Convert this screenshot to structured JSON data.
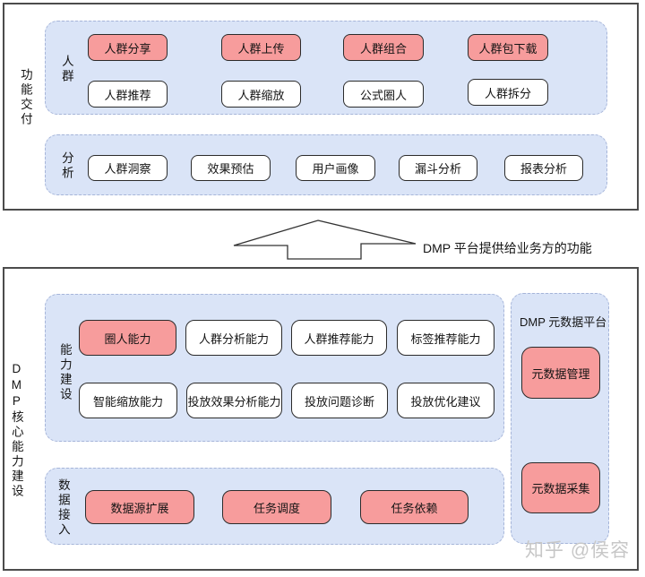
{
  "top_frame": {
    "side_label": "功能交付",
    "crowd_section": {
      "label": "人群",
      "row1": [
        "人群分享",
        "人群上传",
        "人群组合",
        "人群包下载"
      ],
      "row2": [
        "人群推荐",
        "人群缩放",
        "公式圈人",
        "人群拆分"
      ]
    },
    "analysis_section": {
      "label": "分析",
      "row": [
        "人群洞察",
        "效果预估",
        "用户画像",
        "漏斗分析",
        "报表分析"
      ]
    }
  },
  "arrow": {
    "caption": "DMP 平台提供给业务方的功能"
  },
  "bottom_frame": {
    "side_label": "DMP核心能力建设",
    "capability_section": {
      "label": "能力建设",
      "row1": [
        "圈人能力",
        "人群分析能力",
        "人群推荐能力",
        "标签推荐能力"
      ],
      "row2": [
        "智能缩放能力",
        "投放效果分析能力",
        "投放问题诊断",
        "投放优化建议"
      ]
    },
    "data_access_section": {
      "label": "数据接入",
      "row": [
        "数据源扩展",
        "任务调度",
        "任务依赖"
      ]
    },
    "metadata_platform": {
      "title": "DMP 元数据平台",
      "items": [
        "元数据管理",
        "元数据采集"
      ]
    }
  },
  "watermark": "知乎 @侯容",
  "colors": {
    "highlight_pink": "#f79c9c",
    "container_blue": "#dae4f7",
    "container_border": "#a6b5d9",
    "frame_border": "#4c4c4c",
    "watermark_gray": "#c7c7c7"
  }
}
